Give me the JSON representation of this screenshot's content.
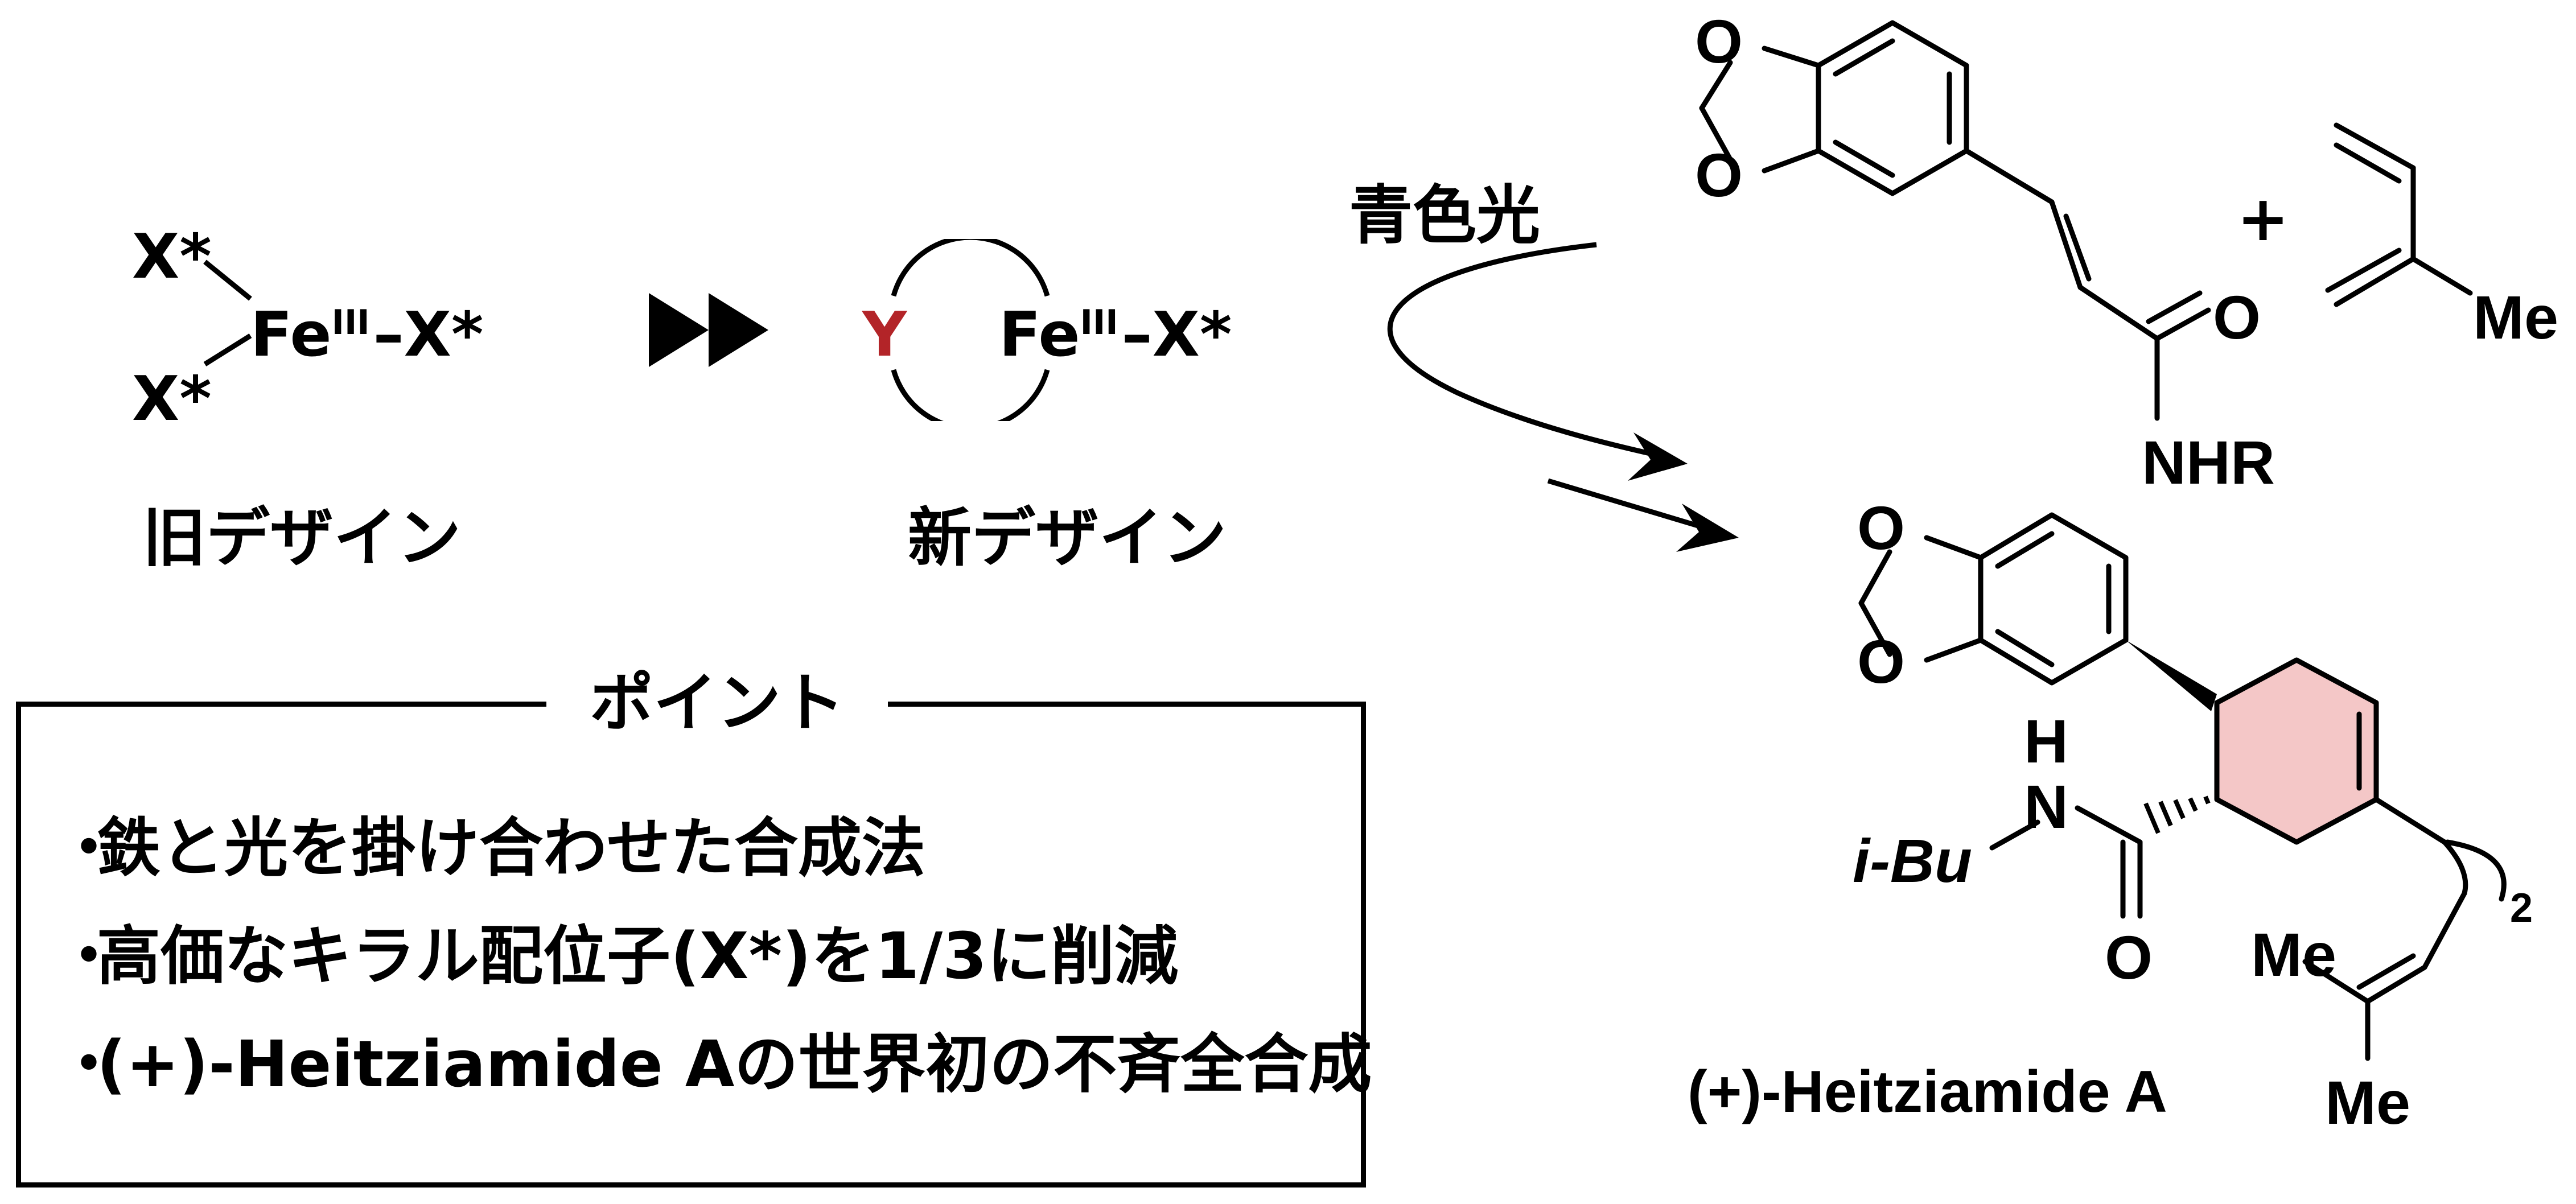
{
  "left_scheme": {
    "old_design": {
      "x_top": "X*",
      "x_bottom": "X*",
      "fe": "Fe",
      "oxidation": "III",
      "dash": "–",
      "x_right": "X*",
      "caption": "旧デザイン"
    },
    "arrow": "▶▶",
    "new_design": {
      "y": "Y",
      "fe": "Fe",
      "oxidation": "III",
      "dash": "–",
      "x_right": "X*",
      "caption": "新デザイン"
    }
  },
  "reaction": {
    "light_label": "青色光",
    "plus": "+",
    "reactant1_atoms": {
      "o_top": "O",
      "o_bottom": "O",
      "carbonyl_o": "O",
      "amide": "NHR"
    },
    "reactant2_atoms": {
      "me": "Me"
    },
    "product_atoms": {
      "o_top": "O",
      "o_bottom": "O",
      "nh_h": "H",
      "nh_n": "N",
      "ibu": "i-Bu",
      "carbonyl_o": "O",
      "chain_subscript": "2",
      "me_left": "Me",
      "me_bottom": "Me"
    },
    "product_name": "(+)-Heitziamide A"
  },
  "points": {
    "title": "ポイント",
    "bullet_char": "・",
    "items": [
      "鉄と光を掛け合わせた合成法",
      "高価なキラル配位子(X*)を1/3に削減",
      "(+)-Heitziamide Aの世界初の不斉全合成"
    ]
  },
  "colors": {
    "y_highlight": "#b32428",
    "ring_highlight": "#f4c7c7",
    "line": "#000000"
  }
}
